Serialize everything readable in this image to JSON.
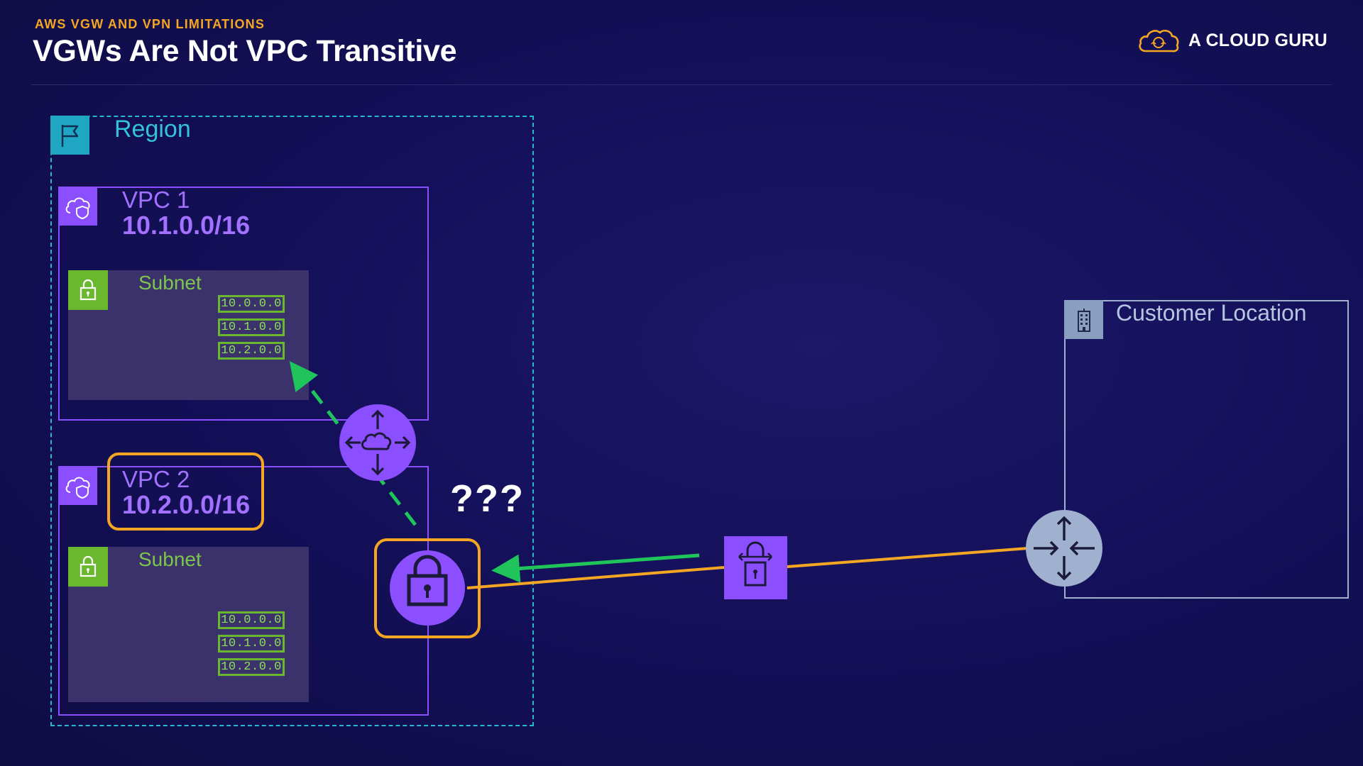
{
  "header": {
    "eyebrow": "AWS VGW AND VPN LIMITATIONS",
    "title": "VGWs Are Not VPC Transitive",
    "brand": "A CLOUD GURU"
  },
  "region": {
    "label": "Region"
  },
  "vpcs": [
    {
      "name": "VPC 1",
      "cidr": "10.1.0.0/16",
      "subnet_label": "Subnet",
      "routes": [
        "10.0.0.0",
        "10.1.0.0",
        "10.2.0.0"
      ]
    },
    {
      "name": "VPC 2",
      "cidr": "10.2.0.0/16",
      "subnet_label": "Subnet",
      "routes": [
        "10.0.0.0",
        "10.1.0.0",
        "10.2.0.0"
      ]
    }
  ],
  "annotation": "???",
  "customer": {
    "label": "Customer Location"
  },
  "colors": {
    "accent_orange": "#f5a623",
    "vpc_purple": "#8c4fff",
    "subnet_green": "#6ab82d",
    "region_teal": "#23b9d1",
    "arrow_green": "#1fc45a",
    "customer_gray": "#9fb1cf"
  },
  "icons": {
    "region": "flag-icon",
    "vpc": "cloud-shield-icon",
    "subnet": "padlock-icon",
    "transit": "transit-gateway-icon",
    "vgw": "vpn-gateway-icon",
    "vpn_connection": "vpn-connection-icon",
    "customer_location": "building-icon",
    "customer_gateway": "router-icon"
  }
}
